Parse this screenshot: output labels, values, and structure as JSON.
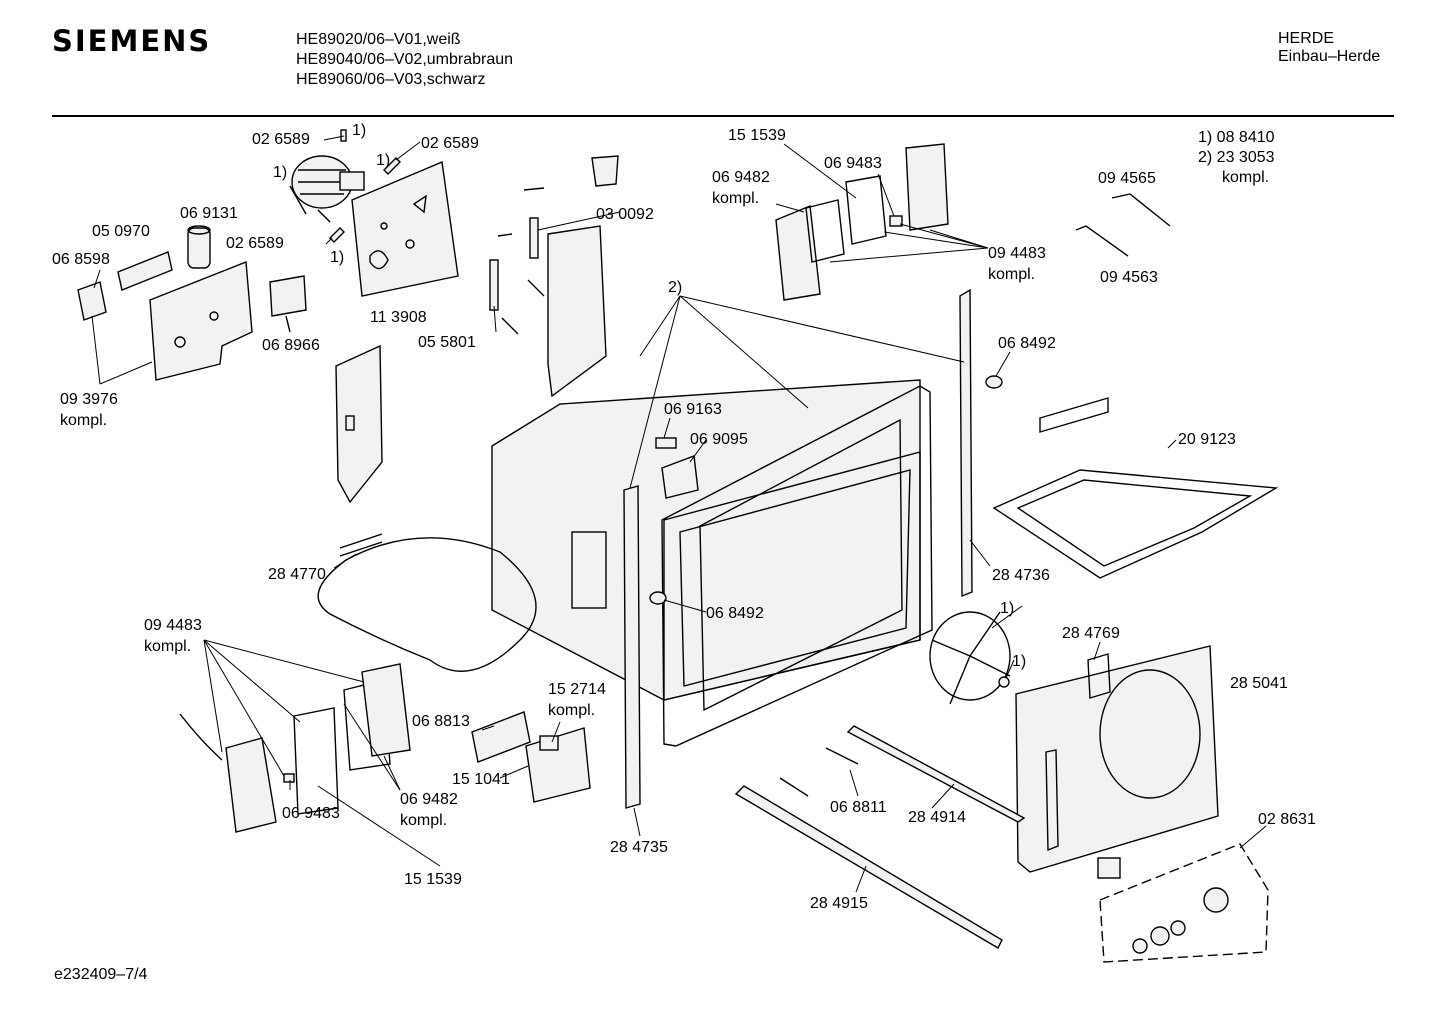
{
  "header": {
    "brand": "SIEMENS",
    "models": [
      "HE89020/06–V01,weiß",
      "HE89040/06–V02,umbrabraun",
      "HE89060/06–V03,schwarz"
    ],
    "category_line1": "HERDE",
    "category_line2": "Einbau–Herde"
  },
  "footnotes": {
    "line1": "1)  08 8410",
    "line2": "2)  23 3053",
    "line3": "kompl."
  },
  "labels": {
    "p026589a": "02 6589",
    "p026589a_note": "1)",
    "p026589b": "02 6589",
    "p026589b_note": "1)",
    "p026589c": "02 6589",
    "p026589c_note": "1)",
    "motor_note": "1)",
    "p050970": "05 0970",
    "p069131": "06 9131",
    "p068598": "06 8598",
    "p113908": "11 3908",
    "p068966": "06 8966",
    "p093976": "09 3976",
    "p093976_k": "kompl.",
    "p030092": "03 0092",
    "p055801": "05 5801",
    "p151539a": "15 1539",
    "p069482a": "06 9482",
    "p069482a_k": "kompl.",
    "p069483a": "06 9483",
    "p094483a": "09 4483",
    "p094483a_k": "kompl.",
    "p094565": "09 4565",
    "p094563": "09 4563",
    "note2": "2)",
    "p068492a": "06 8492",
    "p209123": "20 9123",
    "p069163": "06 9163",
    "p069095": "06 9095",
    "p284770": "28 4770",
    "p284736": "28 4736",
    "p068492b": "06 8492",
    "p094483b": "09 4483",
    "p094483b_k": "kompl.",
    "p152714": "15 2714",
    "p152714_k": "kompl.",
    "p068813": "06 8813",
    "p151041": "15 1041",
    "p069482b": "06 9482",
    "p069482b_k": "kompl.",
    "p069483b": "06 9483",
    "p151539b": "15 1539",
    "p284735": "28 4735",
    "fan_note1": "1)",
    "fan_note2": "1)",
    "p284769": "28 4769",
    "p285041": "28 5041",
    "p068811": "06 8811",
    "p284914": "28 4914",
    "p284915": "28 4915",
    "p028631": "02 8631"
  },
  "footer": {
    "code": "e232409–7/4"
  }
}
